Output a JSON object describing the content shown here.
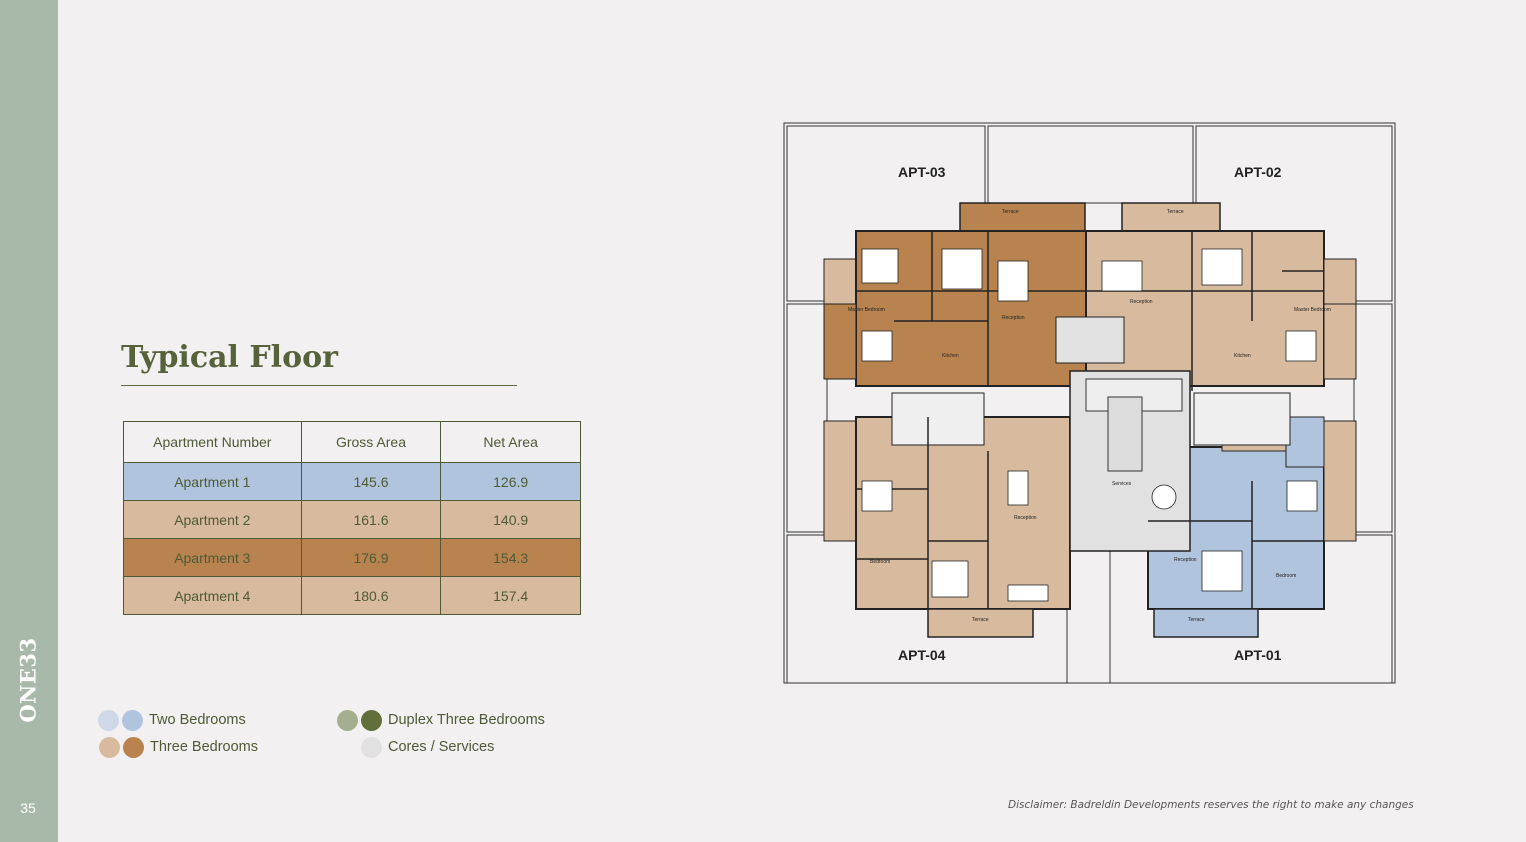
{
  "brand": "ONE33",
  "page_number": "35",
  "title": "Typical Floor",
  "table": {
    "headers": [
      "Apartment Number",
      "Gross Area",
      "Net Area"
    ],
    "rows": [
      {
        "name": "Apartment 1",
        "gross": "145.6",
        "net": "126.9",
        "color": "#b1c4de"
      },
      {
        "name": "Apartment 2",
        "gross": "161.6",
        "net": "140.9",
        "color": "#d8bb9e"
      },
      {
        "name": "Apartment 3",
        "gross": "176.9",
        "net": "154.3",
        "color": "#b8834f"
      },
      {
        "name": "Apartment 4",
        "gross": "180.6",
        "net": "157.4",
        "color": "#d8bb9e"
      }
    ]
  },
  "legend": [
    {
      "label": "Two Bedrooms",
      "colors": [
        "#cfd8e6",
        "#b1c4de"
      ]
    },
    {
      "label": "Three Bedrooms",
      "colors": [
        "#d8bb9e",
        "#b8834f"
      ]
    },
    {
      "label": "Duplex Three Bedrooms",
      "colors": [
        "#a5ae8e",
        "#626e3a"
      ]
    },
    {
      "label": "Cores / Services",
      "colors": [
        "#e2e1e1"
      ]
    }
  ],
  "plan": {
    "apartments": [
      "APT-03",
      "APT-02",
      "APT-04",
      "APT-01"
    ],
    "room_labels": [
      "Terrace",
      "Reception",
      "Bedroom",
      "Master Bedroom",
      "Kitchen",
      "Services"
    ]
  },
  "disclaimer": "Disclaimer: Badreldin Developments reserves the right to make any changes"
}
